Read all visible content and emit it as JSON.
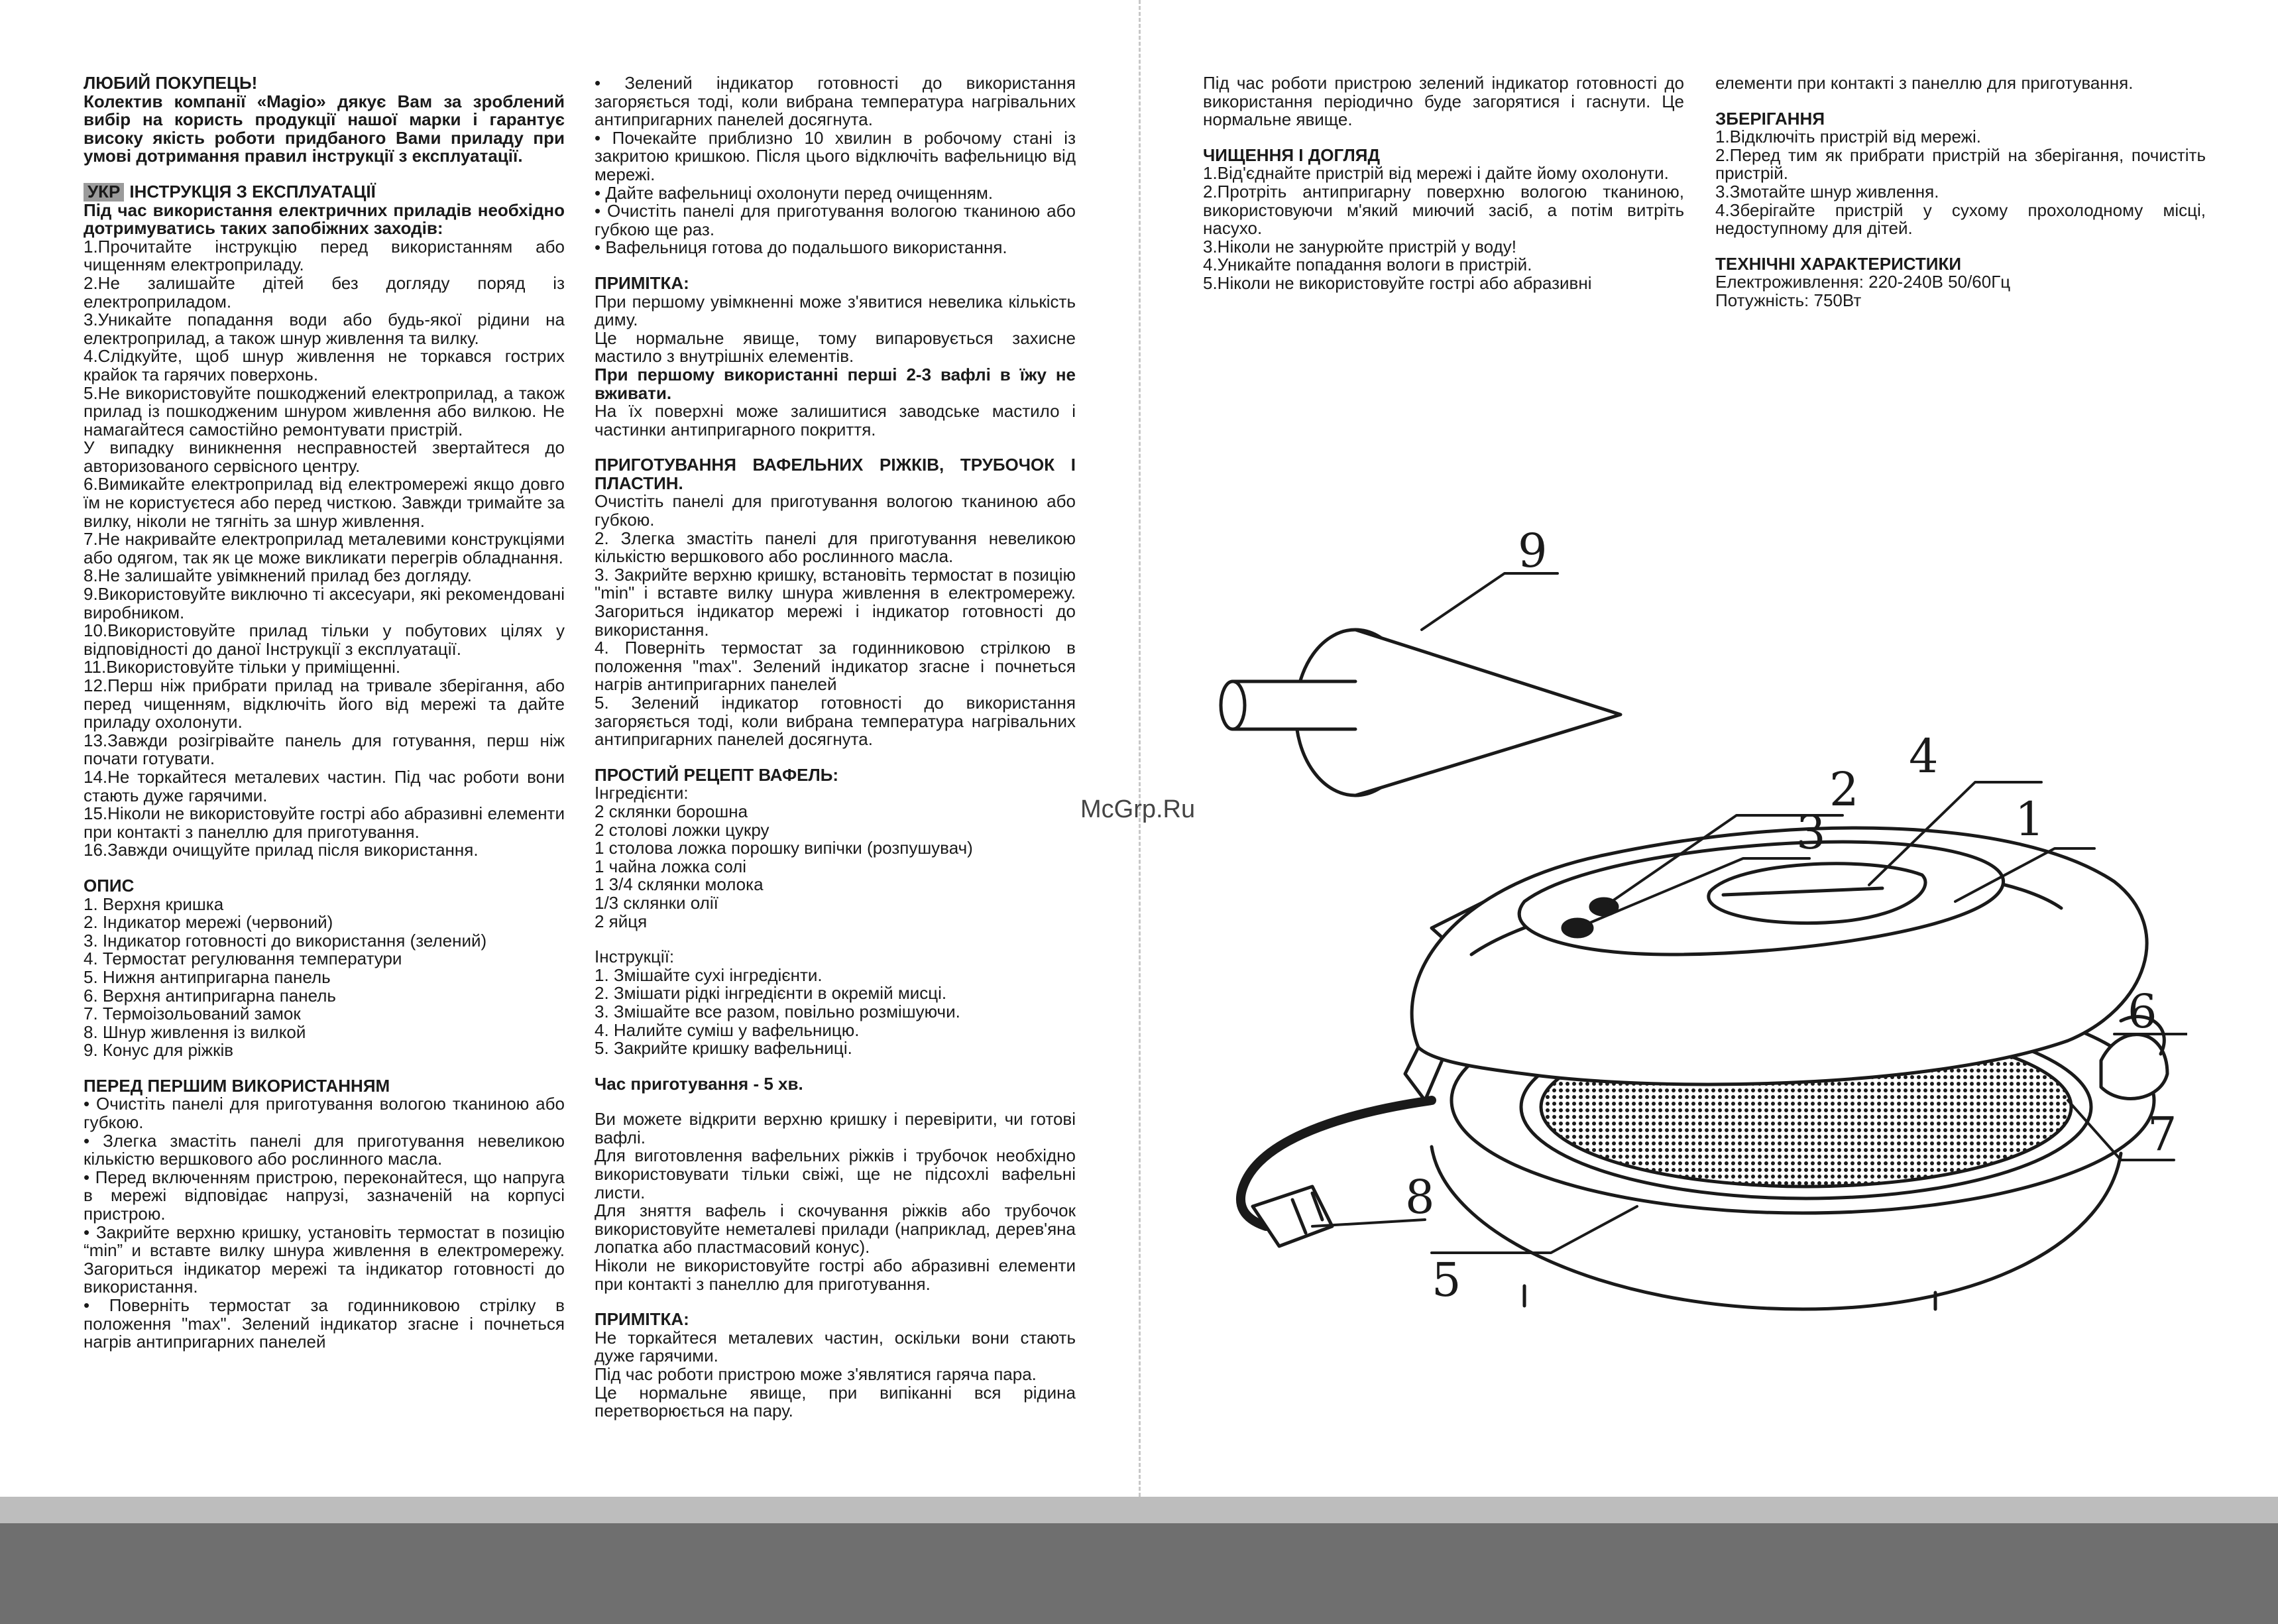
{
  "col1": {
    "greeting": "ЛЮБИЙ ПОКУПЕЦЬ!",
    "intro": "Колектив компанії «Magio» дякує Вам за зроблений вибір на користь продукції нашої марки і гарантує високу якість роботи придбаного Вами приладу при умові дотримання правил інструкції з експлуатації.",
    "lang_badge": "УКР",
    "instructions_title": "ІНСТРУКЦІЯ З ЕКСПЛУАТАЦІЇ",
    "safety_lead": "Під час використання електричних приладів необхідно дотримуватись таких запобіжних заходів:",
    "safety_items": [
      "1.Прочитайте інструкцію перед використанням або чищенням електроприладу.",
      "2.Не залишайте дітей без догляду поряд із електроприладом.",
      "3.Уникайте попадання води або будь-якої рідини на електроприлад, а також шнур живлення та вилку.",
      "4.Слідкуйте, щоб шнур живлення не торкався гострих крайок та гарячих поверхонь.",
      "5.Не використовуйте пошкоджений електроприлад, а також прилад із пошкодженим шнуром живлення або вилкою. Не намагайтеся самостійно ремонтувати пристрій.",
      "У випадку виникнення несправностей звертайтеся до авторизованого сервісного центру.",
      "6.Вимикайте електроприлад від електромережі якщо довго їм не користуєтеся або перед чисткою. Завжди тримайте за вилку, ніколи не тягніть за шнур живлення.",
      "7.Не накривайте електроприлад металевими конструкціями або одягом, так як це може викликати перегрів обладнання.",
      "8.Не залишайте увімкнений прилад без догляду.",
      "9.Використовуйте виключно ті аксесуари, які рекомендовані виробником.",
      "10.Використовуйте прилад тільки у побутових цілях у відповідності до даної Інструкції з експлуатації.",
      "11.Використовуйте тільки у приміщенні.",
      "12.Перш ніж прибрати прилад на тривале зберігання, або перед чищенням, відключіть його від мережі та дайте приладу охолонути.",
      "13.Завжди розігрівайте панель для готування, перш ніж почати готувати.",
      "14.Не торкайтеся металевих частин. Під час роботи вони стають дуже гарячими.",
      "15.Ніколи не використовуйте гострі або абразивні елементи при контакті з панеллю для приготування.",
      "16.Завжди очищуйте прилад після використання."
    ],
    "desc_title": "ОПИС",
    "desc_items": [
      "1. Верхня кришка",
      "2. Індикатор мережі (червоний)",
      "3. Індикатор готовності до використання (зелений)",
      "4. Термостат регулювання температури",
      "5. Нижня антипригарна панель",
      "6. Верхня антипригарна панель",
      "7. Термоізольований замок",
      "8. Шнур живлення із вилкой",
      "9. Конус для ріжків"
    ],
    "before_title": "ПЕРЕД ПЕРШИМ ВИКОРИСТАННЯМ",
    "before_items": [
      "• Очистіть панелі для приготування вологою тканиною або губкою.",
      "• Злегка змастіть панелі для приготування невеликою кількістю вершкового або рослинного масла.",
      "• Перед включенням пристрою, переконайтеся, що напруга в мережі відповідає напрузі, зазначеній на корпусі пристрою.",
      "• Закрийте верхню кришку, установіть термостат в позицію “min” и вставте вилку шнура живлення в електромережу. Загориться індикатор мережі та індикатор готовності до використання.",
      "• Поверніть термостат за годинниковою стрілку в положення \"max\". Зелений індикатор згасне і почнеться нагрів антипригарних панелей"
    ]
  },
  "col2": {
    "cont_items": [
      "• Зелений індикатор готовності до використання загоряється тоді, коли вибрана температура нагрівальних антипригарних панелей досягнута.",
      "• Почекайте приблизно 10 хвилин в робочому стані із закритою кришкою. Після цього відключіть вафельницю від мережі.",
      "• Дайте вафельниці охолонути перед очищенням.",
      "• Очистіть панелі для приготування вологою тканиною або губкою ще раз.",
      "• Вафельниця готова до подальшого використання."
    ],
    "note_title": "ПРИМІТКА:",
    "note_p1": "При першому увімкненні може з'явитися невелика кількість диму.",
    "note_p2": "Це нормальне явище, тому випаровується захисне мастило з внутрішніх елементів.",
    "note_bold": "При першому використанні перші 2-3 вафлі в їжу не вживати.",
    "note_p3": "На їх поверхні може залишитися заводське мастило і частинки антипригарного покриття.",
    "cook_title": "ПРИГОТУВАННЯ ВАФЕЛЬНИХ РІЖКІВ, ТРУБОЧОК І ПЛАСТИН.",
    "cook_items": [
      "Очистіть панелі для приготування вологою тканиною або губкою.",
      "2. Злегка змастіть панелі для приготування невеликою кількістю вершкового або рослинного масла.",
      "3. Закрийте верхню кришку, встановіть термостат в позицію \"min\" і вставте вилку шнура живлення в електромережу. Загориться індикатор мережі і індикатор готовності до використання.",
      "4. Поверніть термостат за годинниковою стрілкою в положення \"max\". Зелений індикатор згасне і почнеться нагрів антипригарних панелей",
      "5. Зелений індикатор готовності до використання загоряється тоді, коли вибрана температура нагрівальних антипригарних панелей досягнута."
    ],
    "recipe_title": "ПРОСТИЙ РЕЦЕПТ ВАФЕЛЬ:",
    "ingredients_label": "Інгредієнти:",
    "ingredients": [
      "2 склянки борошна",
      "2 столові ложки цукру",
      "1 столова ложка порошку випічки (розпушувач)",
      "1 чайна ложка солі",
      "1 3/4 склянки молока",
      "1/3 склянки олії",
      "2 яйця"
    ],
    "steps_label": "Інструкції:",
    "steps": [
      "1. Змішайте сухі інгредієнти.",
      "2. Змішати рідкі інгредієнти в окремій мисці.",
      "3. Змішайте все разом, повільно розмішуючи.",
      "4. Налийте суміш у вафельницю.",
      "5. Закрийте кришку вафельниці."
    ],
    "time": "Час приготування - 5 хв.",
    "after_items": [
      "Ви можете відкрити верхню кришку і перевірити, чи готові вафлі.",
      "Для виготовлення вафельних ріжків і трубочок необхідно використовувати тільки свіжі, ще не підсохлі вафельні листи.",
      "Для зняття вафель і скочування ріжків або трубочок використовуйте неметалеві прилади (наприклад, дерев'яна лопатка або пластмасовий конус).",
      "Ніколи не використовуйте гострі або абразивні елементи при контакті з панеллю для приготування."
    ],
    "note2_title": "ПРИМІТКА:",
    "note2_items": [
      "Не торкайтеся металевих частин, оскільки вони стають дуже гарячими.",
      "Під час роботи пристрою може з'являтися гаряча пара.",
      "Це нормальне явище, при випіканні вся рідина перетворюється на пару."
    ]
  },
  "col3": {
    "intro": "Під час роботи пристрою зелений індикатор готовності до використання періодично буде загорятися і гаснути. Це нормальне явище.",
    "clean_title": "ЧИЩЕННЯ І ДОГЛЯД",
    "clean_items": [
      "1.Від'єднайте пристрій від мережі і дайте йому охолонути.",
      "2.Протріть антипригарну поверхню вологою тканиною, використовуючи м'який миючий засіб, а потім витріть насухо.",
      "3.Ніколи не занурюйте пристрій у воду!",
      "4.Уникайте попадання вологи в пристрій.",
      "5.Ніколи не використовуйте гострі або абразивні"
    ]
  },
  "col4": {
    "cont": "елементи при контакті з панеллю для приготування.",
    "storage_title": "ЗБЕРІГАННЯ",
    "storage_items": [
      "1.Відключіть пристрій від мережі.",
      "2.Перед тим як прибрати пристрій на зберігання, почистіть пристрій.",
      "3.Змотайте шнур живлення.",
      "4.Зберігайте пристрій у сухому прохолодному місці, недоступному для дітей."
    ],
    "tech_title": "ТЕХНІЧНІ ХАРАКТЕРИСТИКИ",
    "tech_items": [
      "Електроживлення: 220-240В 50/60Гц",
      "Потужність: 750Вт"
    ]
  },
  "watermark": "McGrp.Ru",
  "diagram": {
    "labels": [
      "1",
      "2",
      "3",
      "4",
      "5",
      "6",
      "7",
      "8",
      "9"
    ]
  }
}
